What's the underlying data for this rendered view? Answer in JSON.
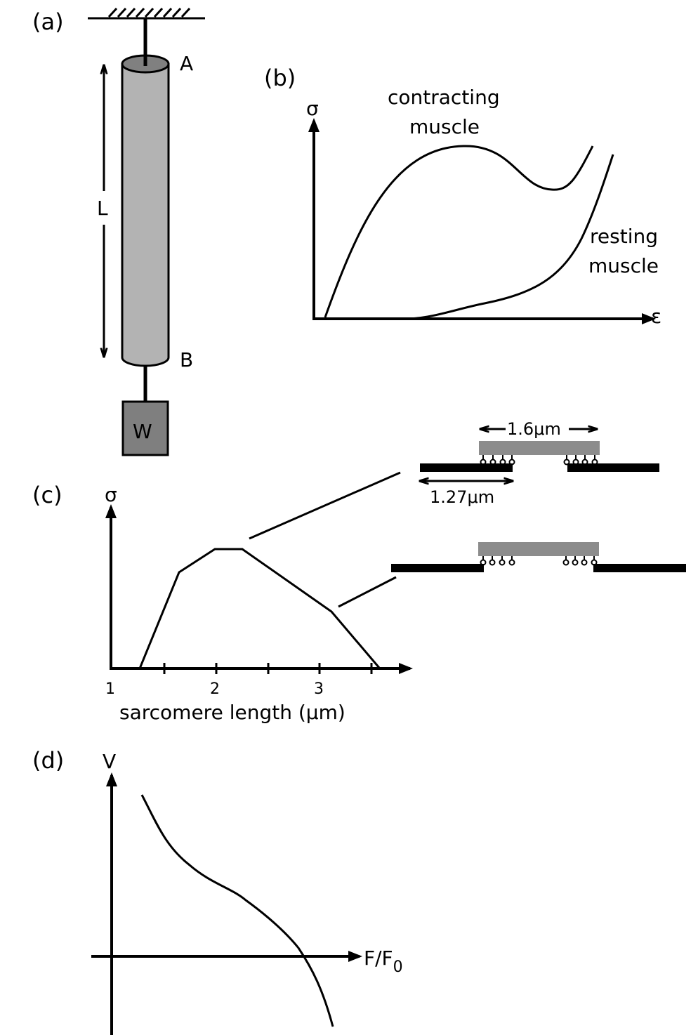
{
  "panel_a": {
    "tag": "(a)",
    "point_a": "A",
    "point_b": "B",
    "length": "L",
    "weight": "W"
  },
  "panel_b": {
    "tag": "(b)",
    "y_axis": "σ",
    "x_axis": "ε",
    "curve_contracting_line1": "contracting",
    "curve_contracting_line2": "muscle",
    "curve_resting_line1": "resting",
    "curve_resting_line2": "muscle"
  },
  "panel_c": {
    "tag": "(c)",
    "y_axis": "σ",
    "x_label": "sarcomere length (μm)",
    "ticks": [
      "1",
      "2",
      "3"
    ],
    "myosin_length": "1.6μm",
    "actin_length": "1.27μm"
  },
  "panel_d": {
    "tag": "(d)",
    "y_axis": "V",
    "x_axis_main": "F/F",
    "x_axis_sub": "0"
  },
  "colors": {
    "rod_body": "#b3b3b3",
    "rod_cap": "#808080",
    "weight_box": "#7f7f7f",
    "myosin": "#8c8c8c",
    "ink": "#000000"
  }
}
